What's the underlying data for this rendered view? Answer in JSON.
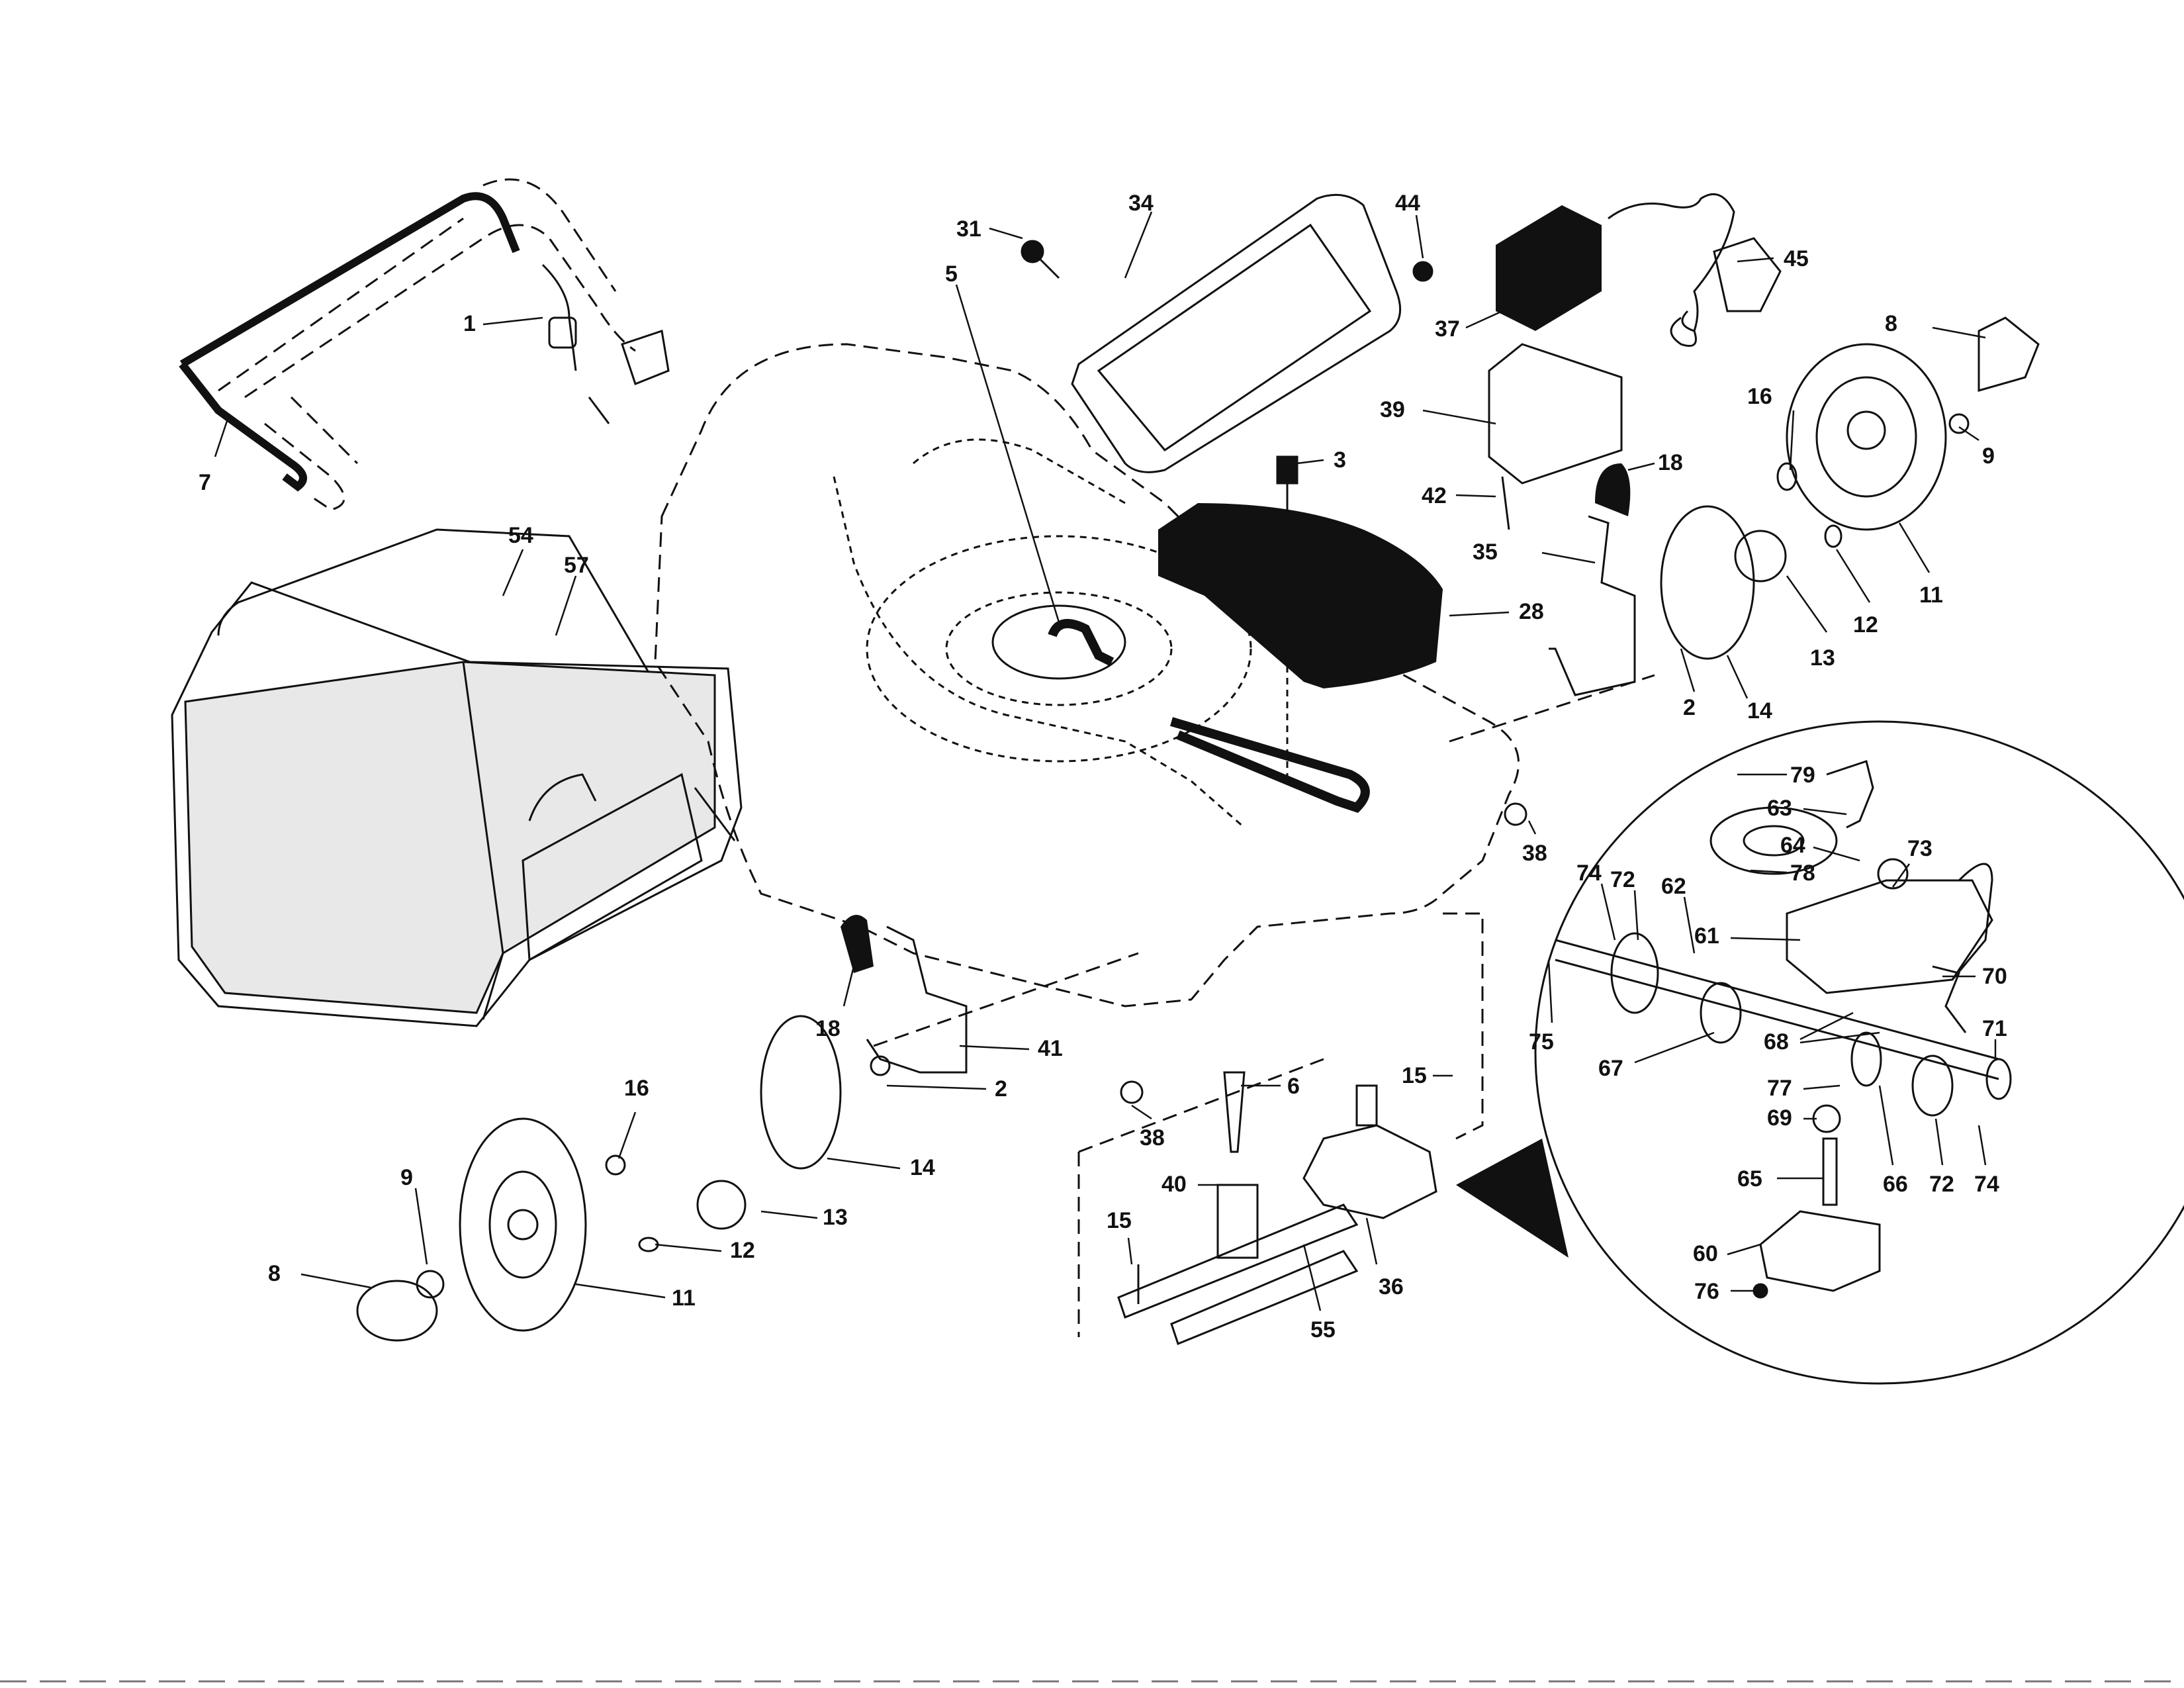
{
  "diagram": {
    "labels": [
      {
        "id": "1",
        "text": "1"
      },
      {
        "id": "7",
        "text": "7"
      },
      {
        "id": "54",
        "text": "54"
      },
      {
        "id": "57",
        "text": "57"
      },
      {
        "id": "31",
        "text": "31"
      },
      {
        "id": "34",
        "text": "34"
      },
      {
        "id": "44",
        "text": "44"
      },
      {
        "id": "5",
        "text": "5"
      },
      {
        "id": "37",
        "text": "37"
      },
      {
        "id": "45",
        "text": "45"
      },
      {
        "id": "39",
        "text": "39"
      },
      {
        "id": "3",
        "text": "3"
      },
      {
        "id": "42",
        "text": "42"
      },
      {
        "id": "18a",
        "text": "18"
      },
      {
        "id": "35",
        "text": "35"
      },
      {
        "id": "28",
        "text": "28"
      },
      {
        "id": "8a",
        "text": "8"
      },
      {
        "id": "16a",
        "text": "16"
      },
      {
        "id": "9a",
        "text": "9"
      },
      {
        "id": "11a",
        "text": "11"
      },
      {
        "id": "12a",
        "text": "12"
      },
      {
        "id": "13a",
        "text": "13"
      },
      {
        "id": "2a",
        "text": "2"
      },
      {
        "id": "14a",
        "text": "14"
      },
      {
        "id": "38a",
        "text": "38"
      },
      {
        "id": "79",
        "text": "79"
      },
      {
        "id": "63",
        "text": "63"
      },
      {
        "id": "64",
        "text": "64"
      },
      {
        "id": "73",
        "text": "73"
      },
      {
        "id": "74a",
        "text": "74"
      },
      {
        "id": "72a",
        "text": "72"
      },
      {
        "id": "62",
        "text": "62"
      },
      {
        "id": "78",
        "text": "78"
      },
      {
        "id": "61",
        "text": "61"
      },
      {
        "id": "70",
        "text": "70"
      },
      {
        "id": "75",
        "text": "75"
      },
      {
        "id": "71",
        "text": "71"
      },
      {
        "id": "67",
        "text": "67"
      },
      {
        "id": "68",
        "text": "68"
      },
      {
        "id": "77",
        "text": "77"
      },
      {
        "id": "69",
        "text": "69"
      },
      {
        "id": "66",
        "text": "66"
      },
      {
        "id": "72b",
        "text": "72"
      },
      {
        "id": "74b",
        "text": "74"
      },
      {
        "id": "65",
        "text": "65"
      },
      {
        "id": "60",
        "text": "60"
      },
      {
        "id": "76",
        "text": "76"
      },
      {
        "id": "18b",
        "text": "18"
      },
      {
        "id": "41",
        "text": "41"
      },
      {
        "id": "16b",
        "text": "16"
      },
      {
        "id": "2b",
        "text": "2"
      },
      {
        "id": "14b",
        "text": "14"
      },
      {
        "id": "38b",
        "text": "38"
      },
      {
        "id": "6",
        "text": "6"
      },
      {
        "id": "15a",
        "text": "15"
      },
      {
        "id": "9b",
        "text": "9"
      },
      {
        "id": "13b",
        "text": "13"
      },
      {
        "id": "40",
        "text": "40"
      },
      {
        "id": "8b",
        "text": "8"
      },
      {
        "id": "12b",
        "text": "12"
      },
      {
        "id": "11b",
        "text": "11"
      },
      {
        "id": "15b",
        "text": "15"
      },
      {
        "id": "36",
        "text": "36"
      },
      {
        "id": "55",
        "text": "55"
      }
    ]
  }
}
